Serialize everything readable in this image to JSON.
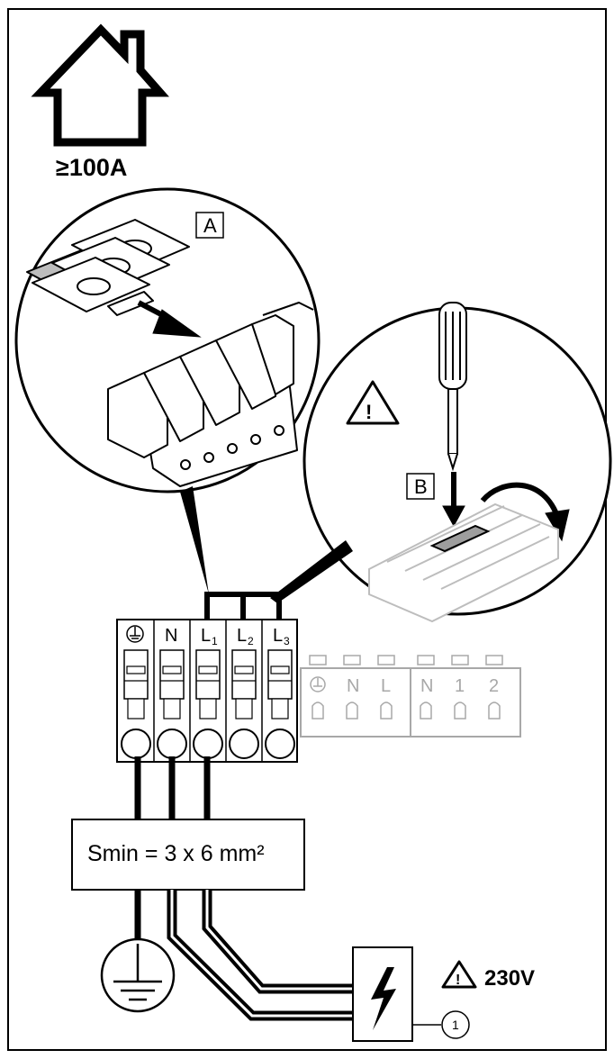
{
  "house": {
    "rating_label": "≥100A"
  },
  "callouts": {
    "a": "A",
    "b": "B",
    "item_1": "1"
  },
  "terminal_block": {
    "labels": [
      {
        "main": "",
        "sub": "",
        "icon": "ground-icon"
      },
      {
        "main": "N",
        "sub": ""
      },
      {
        "main": "L",
        "sub": "1"
      },
      {
        "main": "L",
        "sub": "2"
      },
      {
        "main": "L",
        "sub": "3"
      }
    ]
  },
  "secondary_block": {
    "labels": [
      "⏚",
      "N",
      "L",
      "N",
      "1",
      "2"
    ],
    "ground_icon": "ground-icon"
  },
  "cable": {
    "spec_label": "Smin = 3 x 6 mm²"
  },
  "supply": {
    "voltage_label": "230V",
    "icons": [
      "warning-icon",
      "lightning-icon",
      "ground-symbol-icon"
    ]
  }
}
